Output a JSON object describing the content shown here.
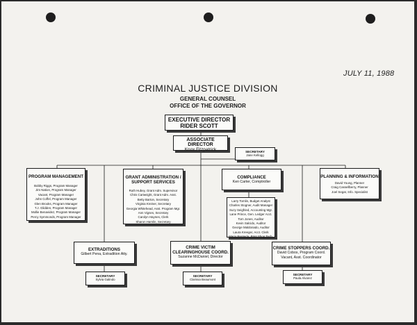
{
  "date": "JULY 11, 1988",
  "header": {
    "division": "CRIMINAL JUSTICE DIVISION",
    "line1": "GENERAL COUNSEL",
    "line2": "OFFICE OF THE GOVERNOR"
  },
  "executive": {
    "title": "EXECUTIVE DIRECTOR",
    "name": "RIDER SCOTT"
  },
  "associate": {
    "title": "ASSOCIATE DIRECTOR",
    "name": "Knox Fitzpatrick"
  },
  "assoc_secretary": {
    "title": "SECRETARY",
    "name": "Jane Kellogg"
  },
  "program_management": {
    "title": "PROGRAM MANAGEMENT",
    "staff": [
      "Bobby Riggs, Program Manager",
      "Jim Nation, Program Manager",
      "Vacant, Program Manager",
      "John Coffel, Program Manager",
      "Glen Brooks, Program Manager",
      "T.J. Glidden, Program Manager",
      "Mollie Benavidez, Program Manager",
      "Percy Symmonds, Program Manager"
    ]
  },
  "grant_admin": {
    "title": "GRANT ADMINISTRATION / SUPPORT SERVICES",
    "title1": "GRANT ADMINISTRATION /",
    "title2": "SUPPORT SERVICES",
    "staff": [
      "Ruth Hubey, Grant Adm. Supervisor",
      "Chris Cartwright, Grant Adm. Asst.",
      "Betty Barton, Secretary",
      "Virginia Kreiner, Secretary",
      "Georgia Whitehead, Asst. Program Mgr.",
      "Ann Vignes, Secretary",
      "Carolyn Haynes, Clerk",
      "Sharon Hamlin, Secretary"
    ]
  },
  "compliance": {
    "title": "COMPLIANCE",
    "name": "Ken Carter, Comptroller",
    "staff": [
      "Larry Tomlin, Budget Analyst",
      "Charles Stogner, Audit Manager",
      "Suzy Seigfried, Accounting Mgr.",
      "Lane Prince, Gen. Ledger Acct.",
      "Tom Jones, Auditor",
      "Kevin Salcido, Auditor",
      "George Maldonado, Auditor",
      "Laura Kreeger, Acct. Clerk",
      "Mario Rentería, Print Shop Tech."
    ]
  },
  "planning": {
    "title": "PLANNING & INFORMATION",
    "staff": [
      "David Young, Planner",
      "Craig Cassellberry, Planner",
      "Joel Segar, Info. Specialist"
    ]
  },
  "extraditions": {
    "title": "EXTRADITIONS",
    "name": "Gilbert Pena, Extradition Atty.",
    "secretary_title": "SECRETARY",
    "secretary": "Sylvia Galindo"
  },
  "crime_victim": {
    "title1": "CRIME VICTIM",
    "title2": "CLEARINGHOUSE COORD.",
    "name": "Suzanne McDaniel, Director",
    "secretary_title": "SECRETARY",
    "secretary": "Clarissa Beaumont"
  },
  "crime_stoppers": {
    "title": "CRIME STOPPERS COORD.",
    "name1": "David Cobos, Program Coord.",
    "name2": "Vacant, Asst. Coordinator",
    "secretary_title": "SECRETARY",
    "secretary": "Paula Alvarez"
  }
}
